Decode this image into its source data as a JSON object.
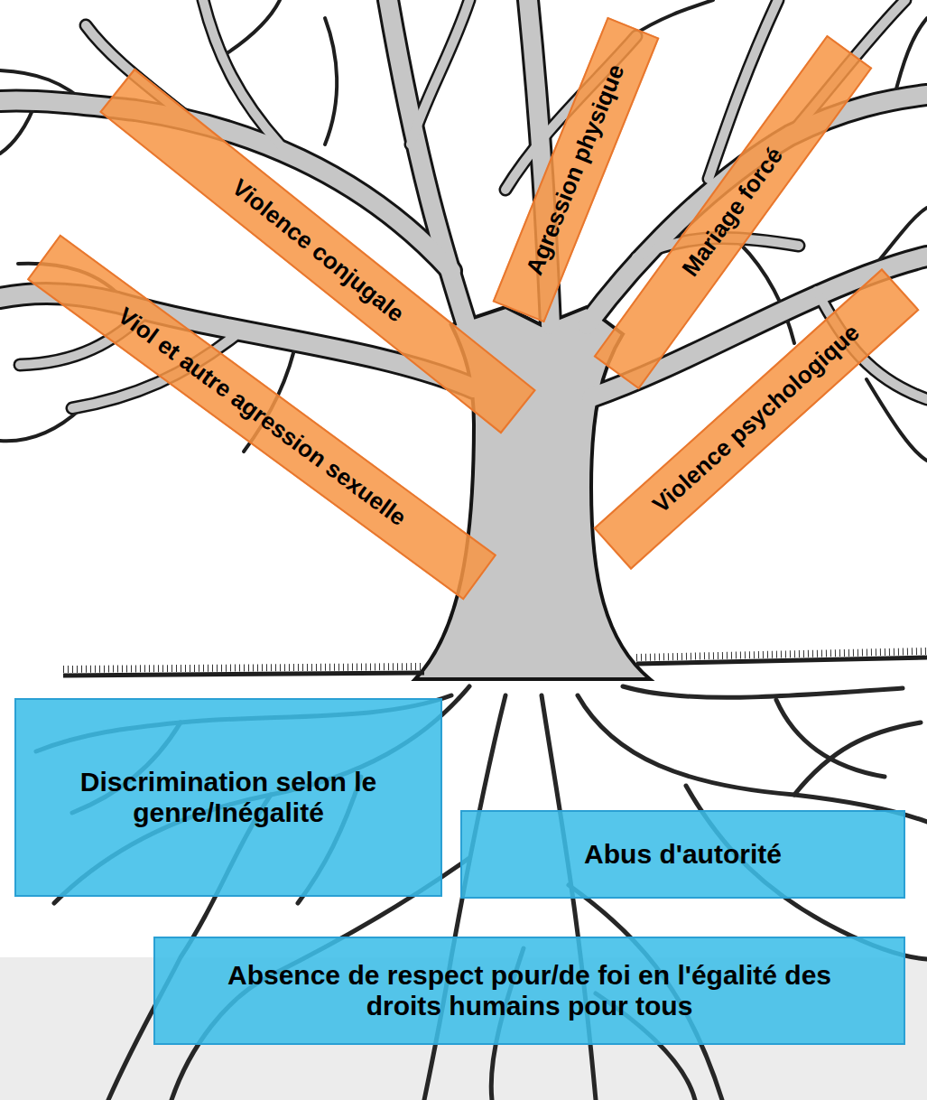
{
  "diagram": {
    "nodes": [
      {
        "text": [
          "Violence conjugale"
        ]
      },
      {
        "text": [
          "Viol et autre agression sexuelle"
        ]
      },
      {
        "text": [
          "Agression physique"
        ]
      },
      {
        "text": [
          "Mariage forcé"
        ]
      },
      {
        "text": [
          "Violence psychologique"
        ]
      },
      {
        "text": [
          "Discrimination selon le genre/Inégalité"
        ]
      },
      {
        "text": [
          "Abus d'autorité"
        ]
      },
      {
        "text": [
          "Absence de respect pour/de foi en l'égalité des droits humains pour tous"
        ]
      }
    ]
  }
}
